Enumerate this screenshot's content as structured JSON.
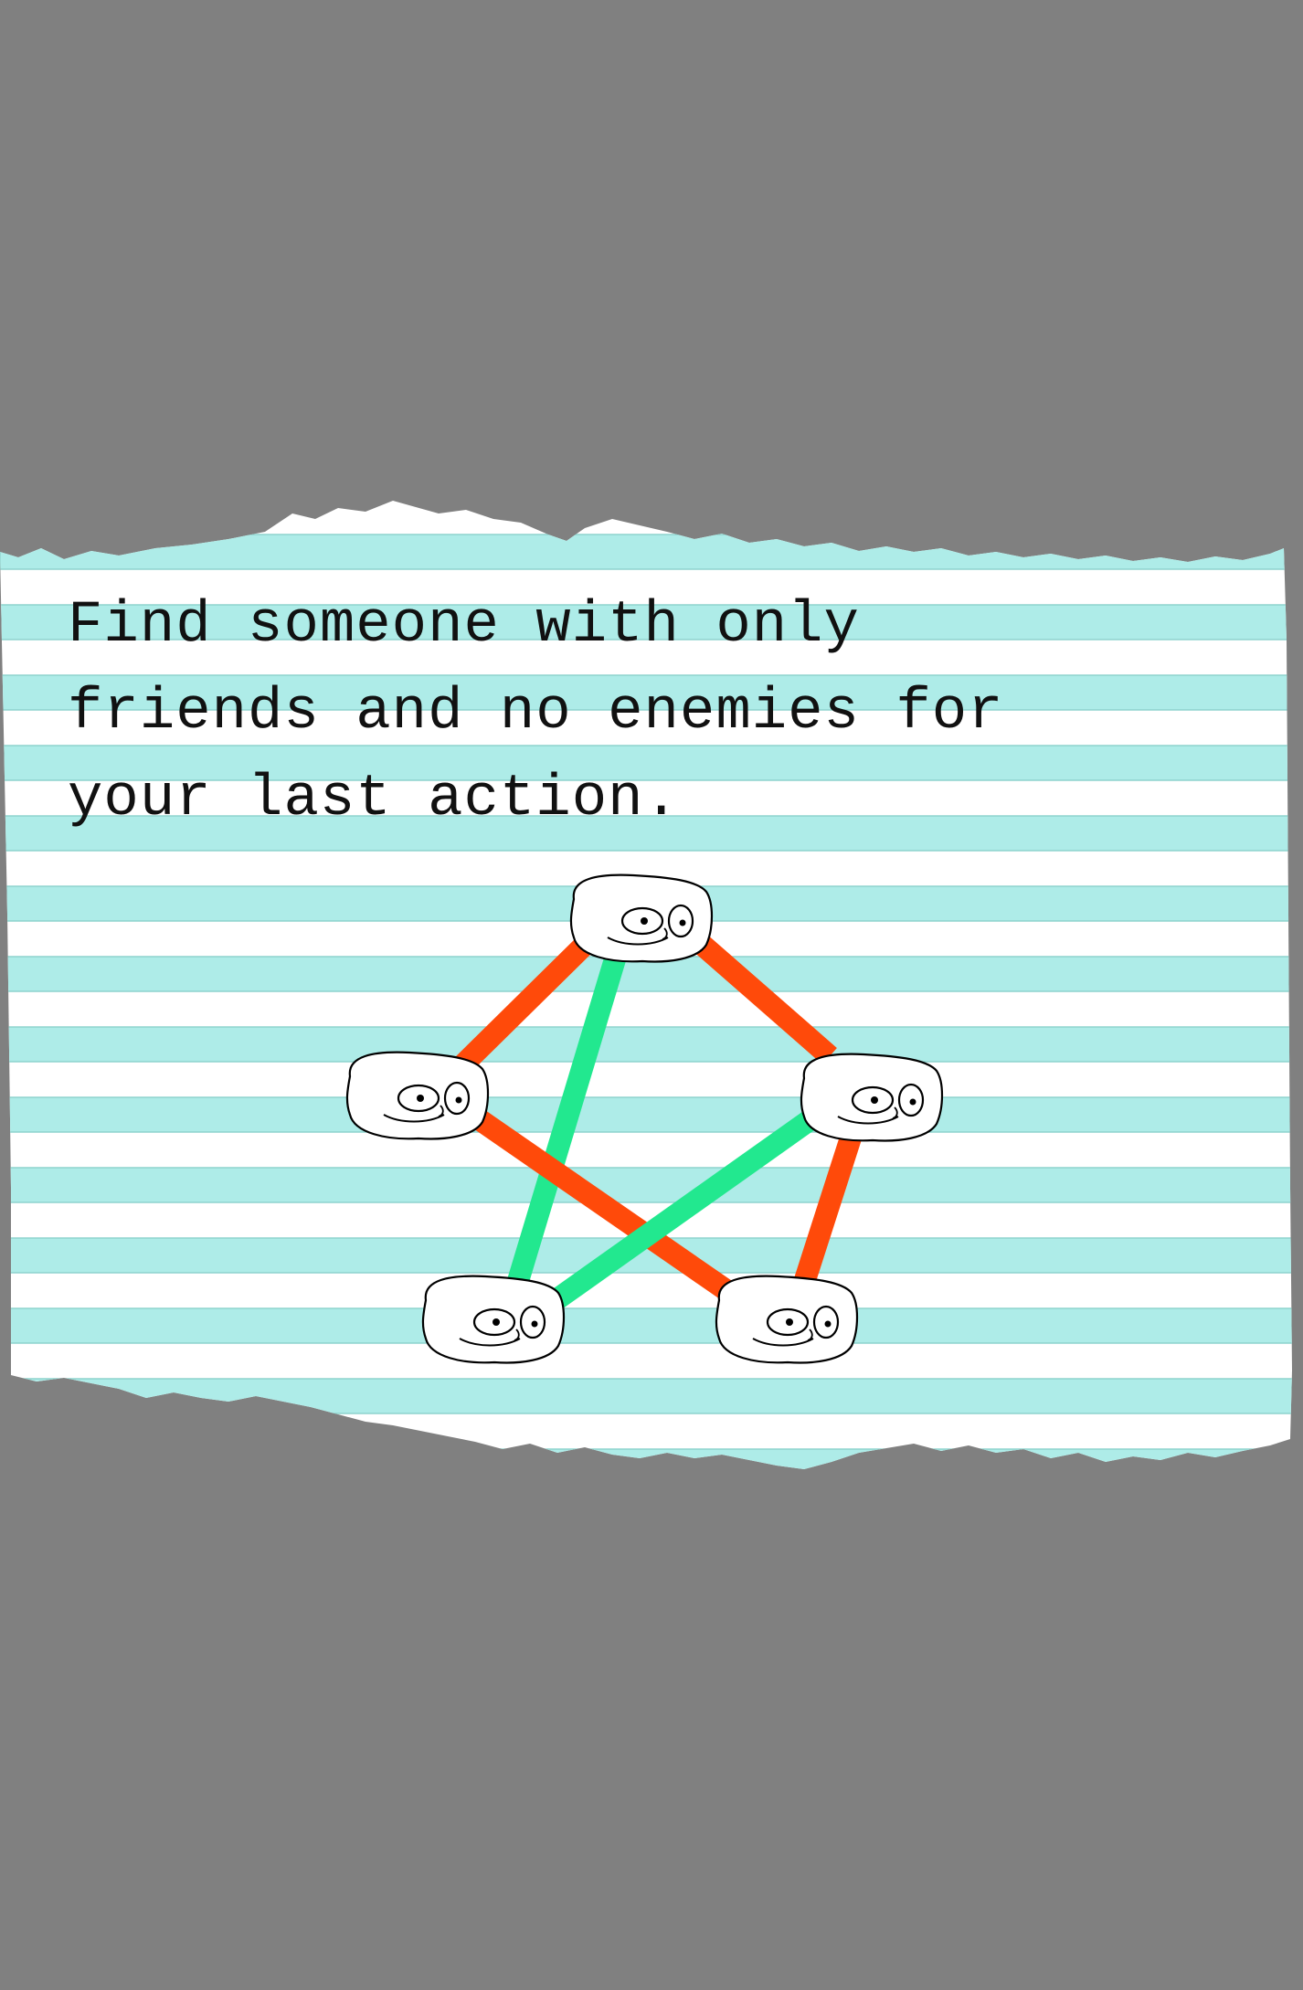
{
  "instruction": "Find someone with only\nfriends and no enemies for\nyour last action.",
  "colors": {
    "background": "#808080",
    "paper": "#ffffff",
    "stripe": "#aeece8",
    "stripe_line": "#8ed3cd",
    "friend": "#22e88f",
    "enemy": "#ff4a0a",
    "outline": "#000000"
  },
  "graph": {
    "nodes": [
      {
        "id": "top",
        "icon": "blob-face-icon"
      },
      {
        "id": "left",
        "icon": "blob-face-icon"
      },
      {
        "id": "right",
        "icon": "blob-face-icon"
      },
      {
        "id": "bottom-left",
        "icon": "blob-face-icon"
      },
      {
        "id": "bottom-right",
        "icon": "blob-face-icon"
      }
    ],
    "edges": [
      {
        "from": "top",
        "to": "left",
        "relation": "enemy"
      },
      {
        "from": "top",
        "to": "right",
        "relation": "enemy"
      },
      {
        "from": "top",
        "to": "bottom-left",
        "relation": "friend"
      },
      {
        "from": "left",
        "to": "bottom-right",
        "relation": "enemy"
      },
      {
        "from": "right",
        "to": "bottom-left",
        "relation": "friend"
      },
      {
        "from": "right",
        "to": "bottom-right",
        "relation": "enemy"
      }
    ]
  }
}
